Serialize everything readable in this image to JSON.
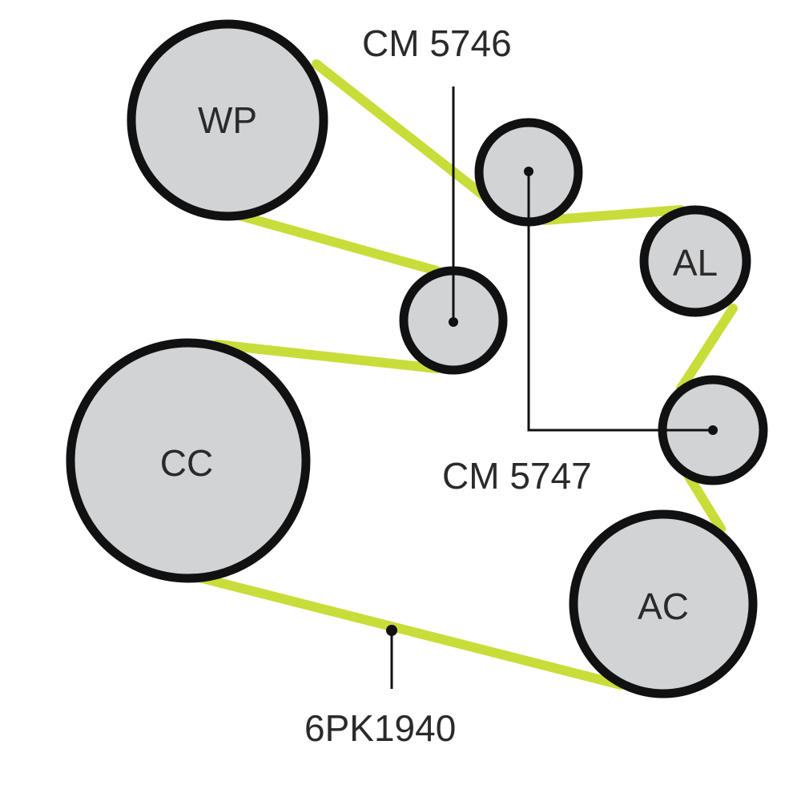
{
  "pulleys": {
    "wp": "WP",
    "cc": "CC",
    "al": "AL",
    "ac": "AC"
  },
  "parts": {
    "tensioner_top": "CM 5746",
    "tensioner_right": "CM 5747",
    "belt": "6PK1940"
  },
  "colors": {
    "belt": "#c9dd3a",
    "pulley_fill": "#d2d3d5",
    "outline": "#111111"
  }
}
